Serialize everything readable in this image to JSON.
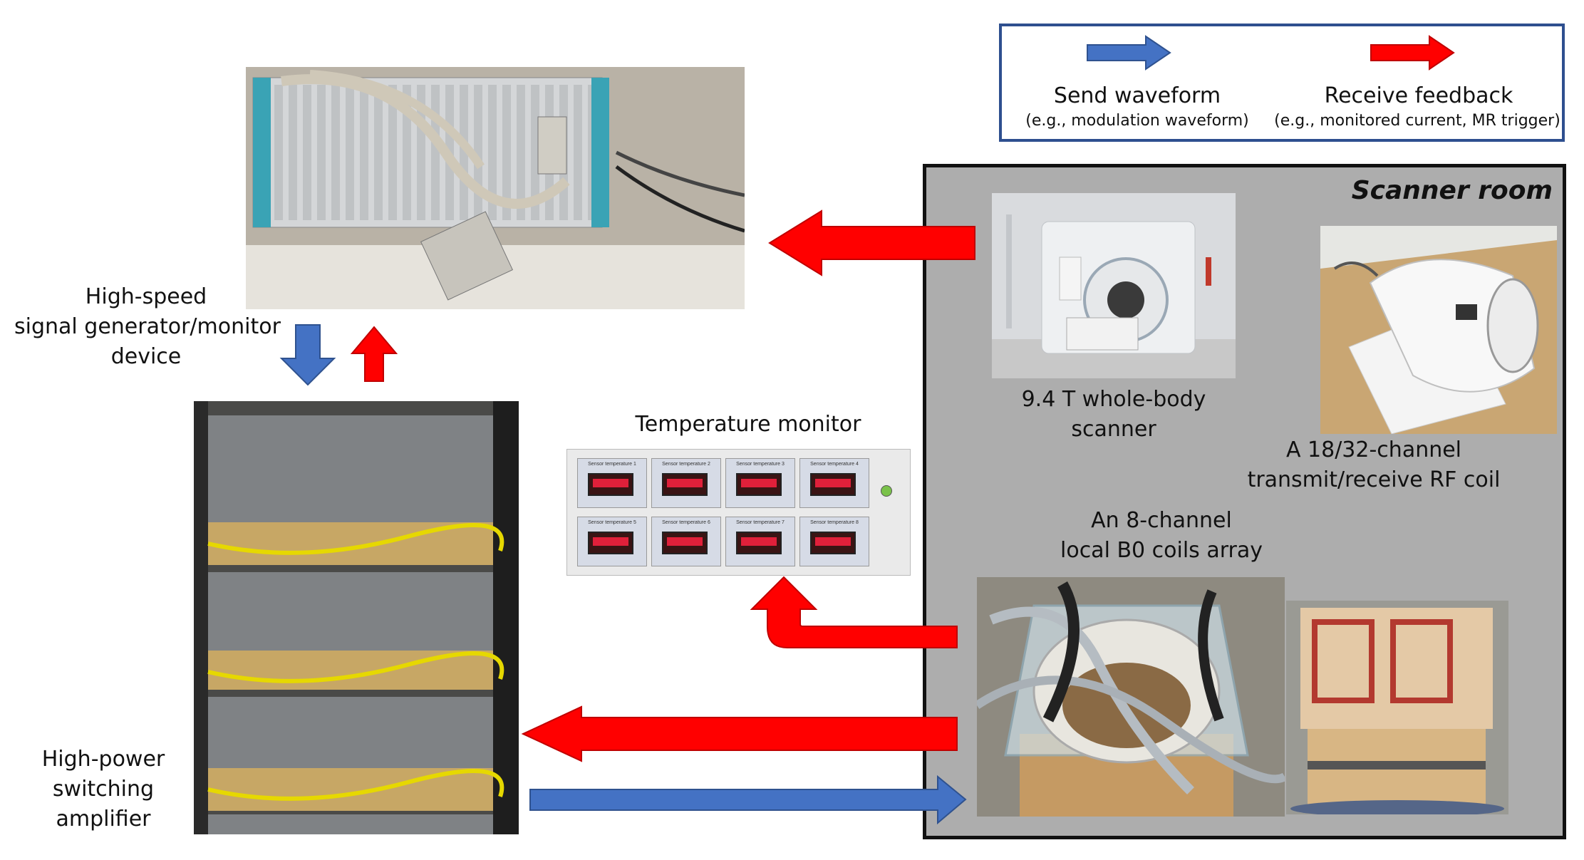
{
  "legend": {
    "send_title": "Send waveform",
    "send_sub": "(e.g., modulation waveform)",
    "receive_title": "Receive feedback",
    "receive_sub": "(e.g., monitored current, MR trigger)",
    "send_color": "#4472c4",
    "receive_color": "#ff0000"
  },
  "scanner_room": {
    "title": "Scanner room",
    "scanner_label_1": "9.4 T whole-body",
    "scanner_label_2": "scanner",
    "rf_coil_label_1": "A 18/32-channel",
    "rf_coil_label_2": "transmit/receive RF coil",
    "b0_label_1": "An 8-channel",
    "b0_label_2": "local B0 coils array"
  },
  "signal_generator": {
    "label_1": "High-speed",
    "label_2": "signal generator/monitor",
    "label_3": "device"
  },
  "amplifier": {
    "label_1": "High-power",
    "label_2": "switching",
    "label_3": "amplifier"
  },
  "temperature_monitor": {
    "label": "Temperature monitor",
    "sensors": [
      "Sensor temperature 1",
      "Sensor temperature 2",
      "Sensor temperature 3",
      "Sensor temperature 4",
      "Sensor temperature 5",
      "Sensor temperature 6",
      "Sensor temperature 7",
      "Sensor temperature 8"
    ]
  }
}
